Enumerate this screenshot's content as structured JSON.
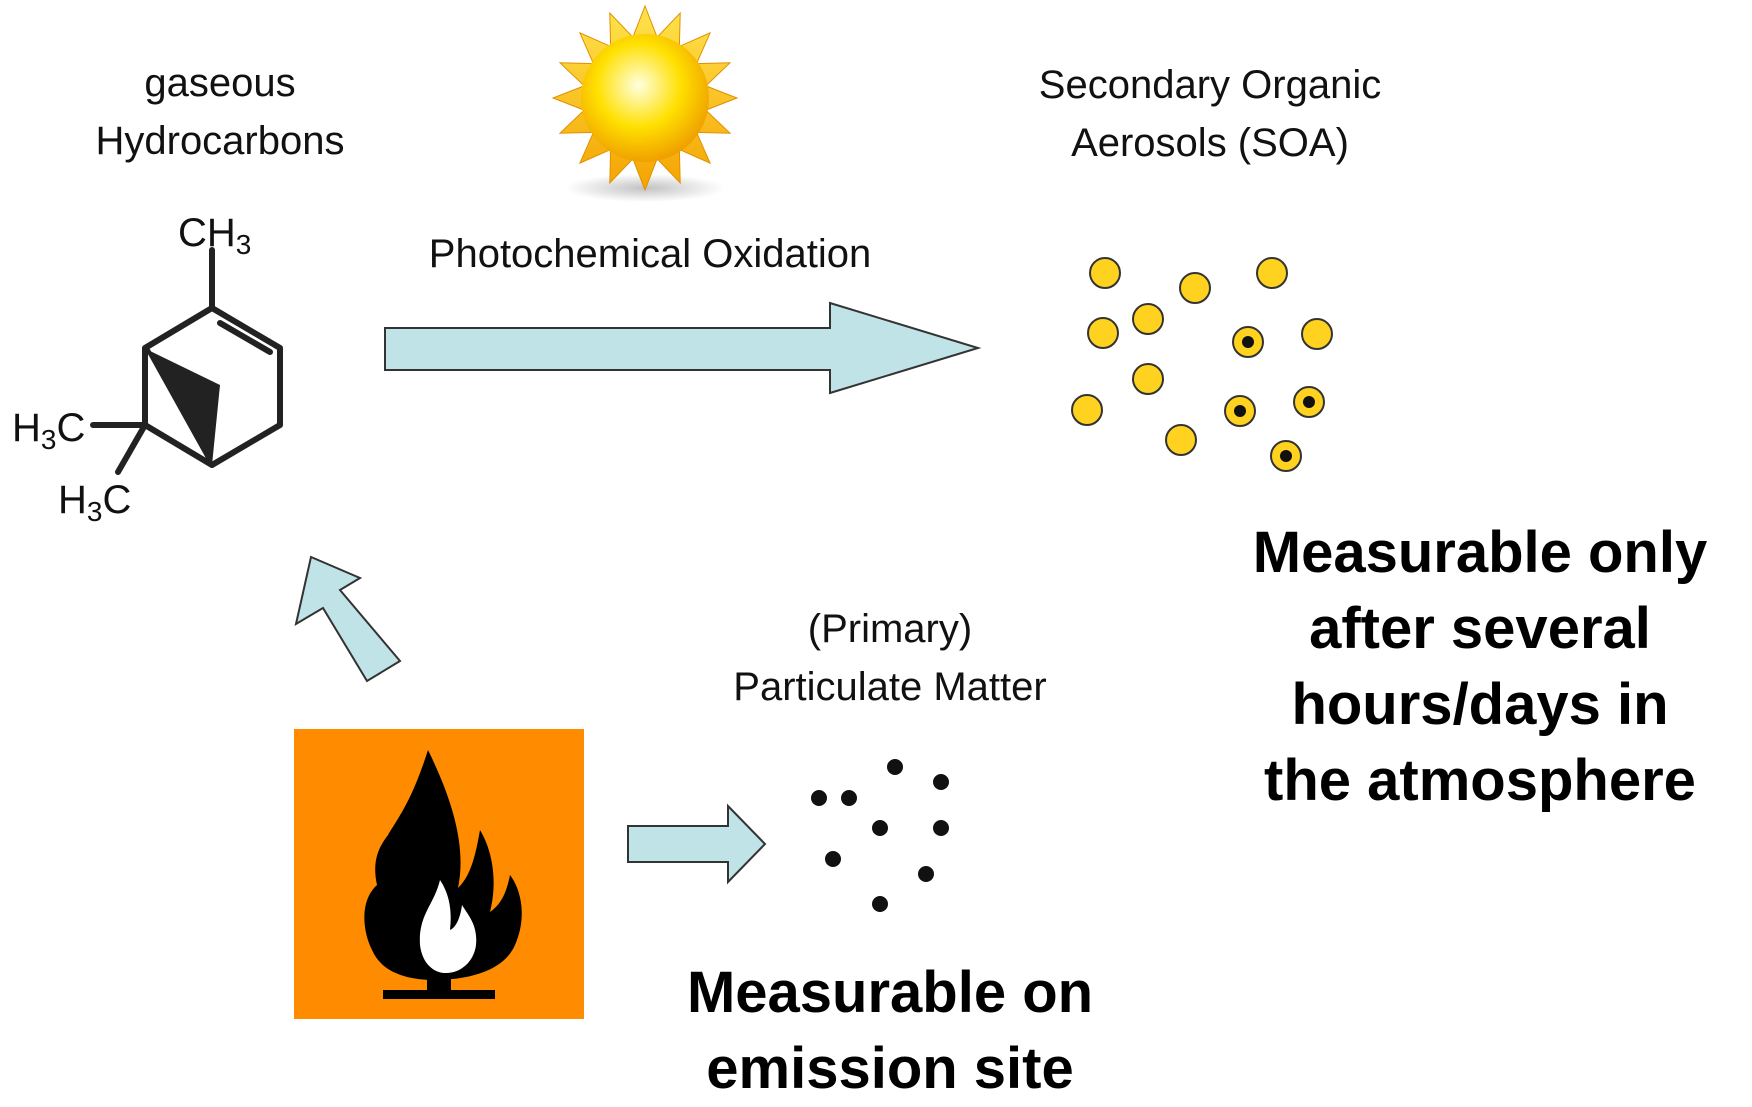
{
  "labels": {
    "gaseous": "gaseous",
    "hydrocarbons": "Hydrocarbons",
    "photochemical": "Photochemical Oxidation",
    "soa_line1": "Secondary Organic",
    "soa_line2": "Aerosols (SOA)",
    "primary_line1": "(Primary)",
    "primary_line2": "Particulate Matter",
    "measurable_later_line1": "Measurable only",
    "measurable_later_line2": "after several",
    "measurable_later_line3": "hours/days in",
    "measurable_later_line4": "the atmosphere",
    "measurable_site_line1": "Measurable on",
    "measurable_site_line2": "emission site"
  },
  "molecule": {
    "ch3_top": "CH",
    "ch3_top_sub": "3",
    "h3c_left_h": "H",
    "h3c_left_sub": "3",
    "h3c_left_c": "C",
    "h3c_bottom_h": "H",
    "h3c_bottom_sub": "3",
    "h3c_bottom_c": "C"
  },
  "icons": {
    "sun": "sun-icon",
    "flame": "flammable-hazard-icon"
  },
  "colors": {
    "arrow_fill": "#bfe3e6",
    "arrow_stroke": "#333333",
    "particle_yellow": "#ffd21f",
    "hazard_orange": "#ff8c00",
    "sun_core": "#ffe000"
  }
}
